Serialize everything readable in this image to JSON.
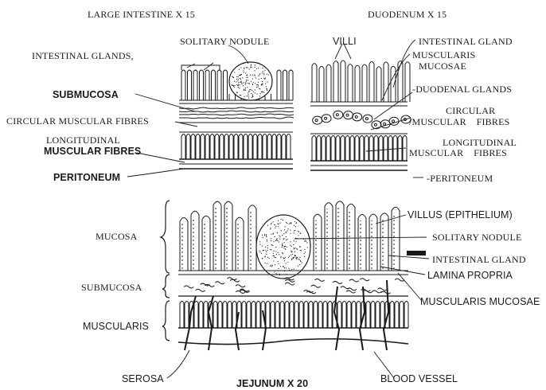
{
  "titles": {
    "large_intestine": "LARGE INTESTINE X 15",
    "duodenum": "DUODENUM X 15",
    "jejunum": "JEJUNUM X 20"
  },
  "labels": {
    "solitary_nodule_top": "SOLITARY NODULE",
    "villi": "VILLI",
    "intestinal_gland_top": "INTESTINAL GLAND",
    "muscularis_mucosae_top_1": "MUSCULARIS",
    "muscularis_mucosae_top_2": "MUCOSAE",
    "intestinal_glands": "INTESTINAL GLANDS,",
    "submucosa_top": "SUBMUCOSA",
    "duodenal_glands": "-DUODENAL GLANDS",
    "circular_fibres_left": "CIRCULAR MUSCULAR FIBRES",
    "circular_fibres_right_1": "CIRCULAR",
    "circular_fibres_right_2": "/MUSCULAR    FIBRES",
    "longitudinal_left_1": "LONGITUDINAL",
    "longitudinal_left_2": "MUSCULAR FIBRES",
    "longitudinal_right_1": "LONGITUDINAL",
    "longitudinal_right_2": "MUSCULAR    FIBRES",
    "peritoneum_left": "PERITONEUM",
    "peritoneum_right": "-PERITONEUM",
    "mucosa": "MUCOSA",
    "villus_epithelium": "VILLUS (EPITHELIUM)",
    "solitary_nodule_bottom": "SOLITARY NODULE",
    "intestinal_gland_bottom": "INTESTINAL GLAND",
    "lamina_propria": "LAMINA PROPRIA",
    "submucosa_bottom": "SUBMUCOSA",
    "muscularis_mucosae_bottom": "MUSCULARIS MUCOSAE",
    "muscularis": "MUSCULARIS",
    "serosa": "SEROSA",
    "blood_vessel": "BLOOD VESSEL"
  },
  "colors": {
    "ink": "#1a1a1a",
    "background": "#ffffff"
  }
}
